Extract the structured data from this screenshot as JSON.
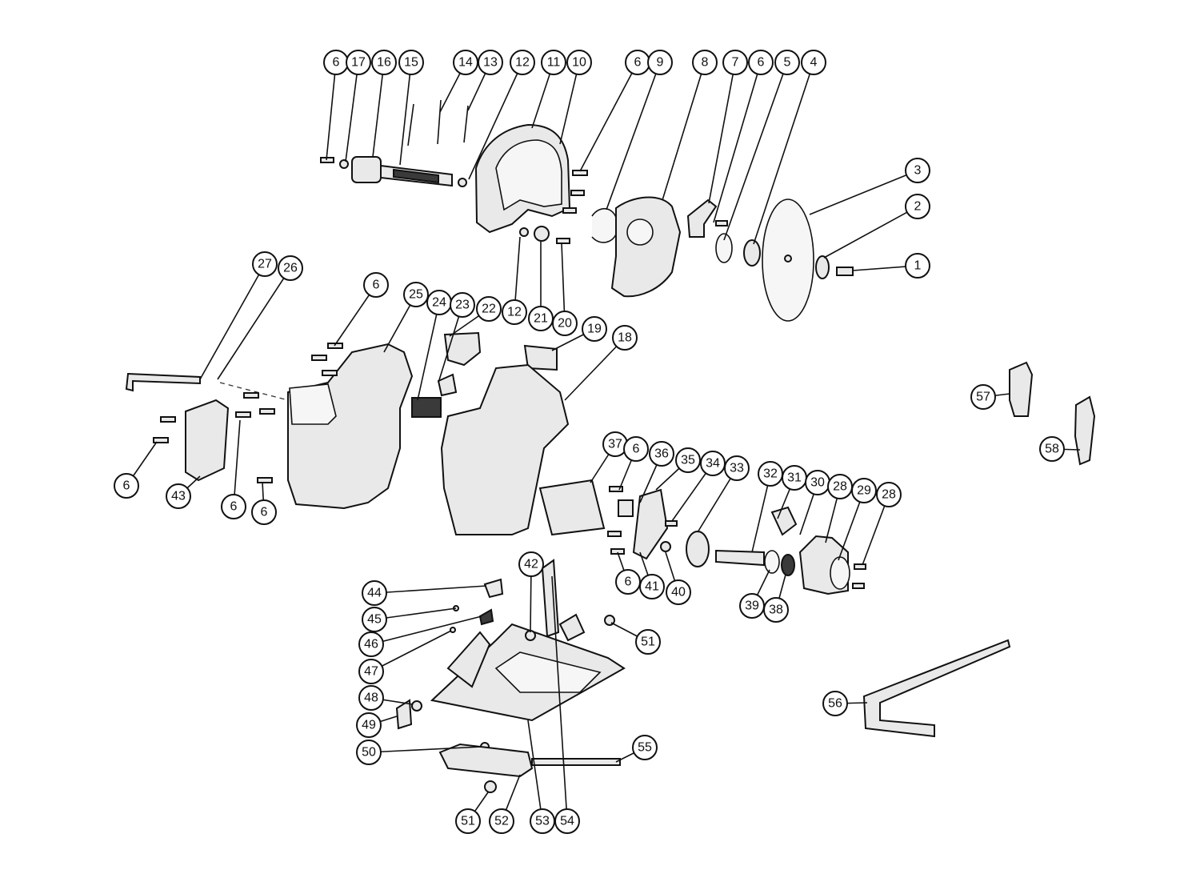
{
  "callouts": [
    {
      "label": "6"
    },
    {
      "label": "17"
    },
    {
      "label": "16"
    },
    {
      "label": "15"
    },
    {
      "label": "14"
    },
    {
      "label": "13"
    },
    {
      "label": "12"
    },
    {
      "label": "11"
    },
    {
      "label": "10"
    },
    {
      "label": "6"
    },
    {
      "label": "9"
    },
    {
      "label": "8"
    },
    {
      "label": "7"
    },
    {
      "label": "6"
    },
    {
      "label": "5"
    },
    {
      "label": "4"
    },
    {
      "label": "3"
    },
    {
      "label": "2"
    },
    {
      "label": "1"
    },
    {
      "label": "12"
    },
    {
      "label": "21"
    },
    {
      "label": "20"
    },
    {
      "label": "27"
    },
    {
      "label": "26"
    },
    {
      "label": "6"
    },
    {
      "label": "25"
    },
    {
      "label": "24"
    },
    {
      "label": "23"
    },
    {
      "label": "22"
    },
    {
      "label": "19"
    },
    {
      "label": "18"
    },
    {
      "label": "57"
    },
    {
      "label": "58"
    },
    {
      "label": "6"
    },
    {
      "label": "43"
    },
    {
      "label": "6"
    },
    {
      "label": "6"
    },
    {
      "label": "37"
    },
    {
      "label": "6"
    },
    {
      "label": "36"
    },
    {
      "label": "35"
    },
    {
      "label": "34"
    },
    {
      "label": "33"
    },
    {
      "label": "32"
    },
    {
      "label": "31"
    },
    {
      "label": "30"
    },
    {
      "label": "28"
    },
    {
      "label": "29"
    },
    {
      "label": "28"
    },
    {
      "label": "6"
    },
    {
      "label": "41"
    },
    {
      "label": "40"
    },
    {
      "label": "39"
    },
    {
      "label": "38"
    },
    {
      "label": "42"
    },
    {
      "label": "44"
    },
    {
      "label": "45"
    },
    {
      "label": "46"
    },
    {
      "label": "47"
    },
    {
      "label": "51"
    },
    {
      "label": "48"
    },
    {
      "label": "49"
    },
    {
      "label": "50"
    },
    {
      "label": "55"
    },
    {
      "label": "56"
    },
    {
      "label": "51"
    },
    {
      "label": "52"
    },
    {
      "label": "53"
    },
    {
      "label": "54"
    }
  ]
}
